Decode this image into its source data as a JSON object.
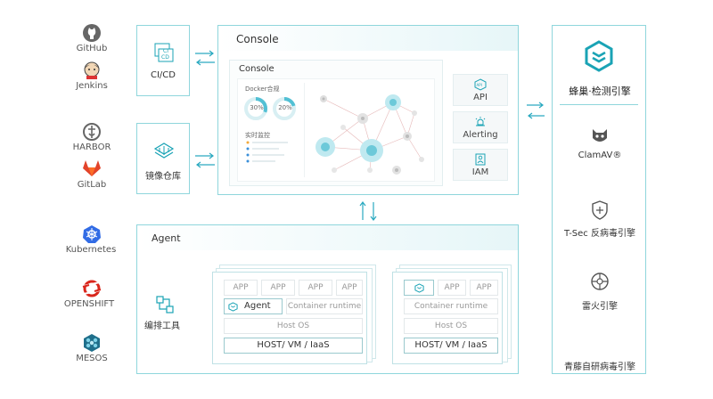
{
  "sources": {
    "github": "GitHub",
    "jenkins": "Jenkins",
    "harbor": "HARBOR",
    "gitlab": "GitLab",
    "kubernetes": "Kubernetes",
    "openshift": "OPENSHIFT",
    "mesos": "MESOS"
  },
  "cicd": {
    "label": "CI/CD",
    "icon_text_1": "CI",
    "icon_text_2": "CD"
  },
  "registry": {
    "label": "镜像仓库"
  },
  "console": {
    "title": "Console",
    "inner_title": "Console",
    "docker_label": "Docker合规",
    "donut_1": "30%",
    "donut_2": "20%",
    "monitor_label": "实时监控",
    "services": [
      "API",
      "Alerting",
      "IAM"
    ],
    "api_icon_text": "API"
  },
  "agent": {
    "title": "Agent",
    "tool_label": "编排工具",
    "app": "APP",
    "agent_label": "Agent",
    "runtime": "Container runtime",
    "host_os": "Host OS",
    "host": "HOST/ VM / IaaS"
  },
  "engines": {
    "fengchao": "蜂巢·检测引擎",
    "clamav": "ClamAV®",
    "tsec": "T-Sec 反病毒引擎",
    "leihuo": "雷火引擎",
    "footer": "青藤自研病毒引擎"
  },
  "colors": {
    "accent": "#1aa3b5",
    "border": "#8fd6dc",
    "arrow": "#2aa9c0"
  }
}
